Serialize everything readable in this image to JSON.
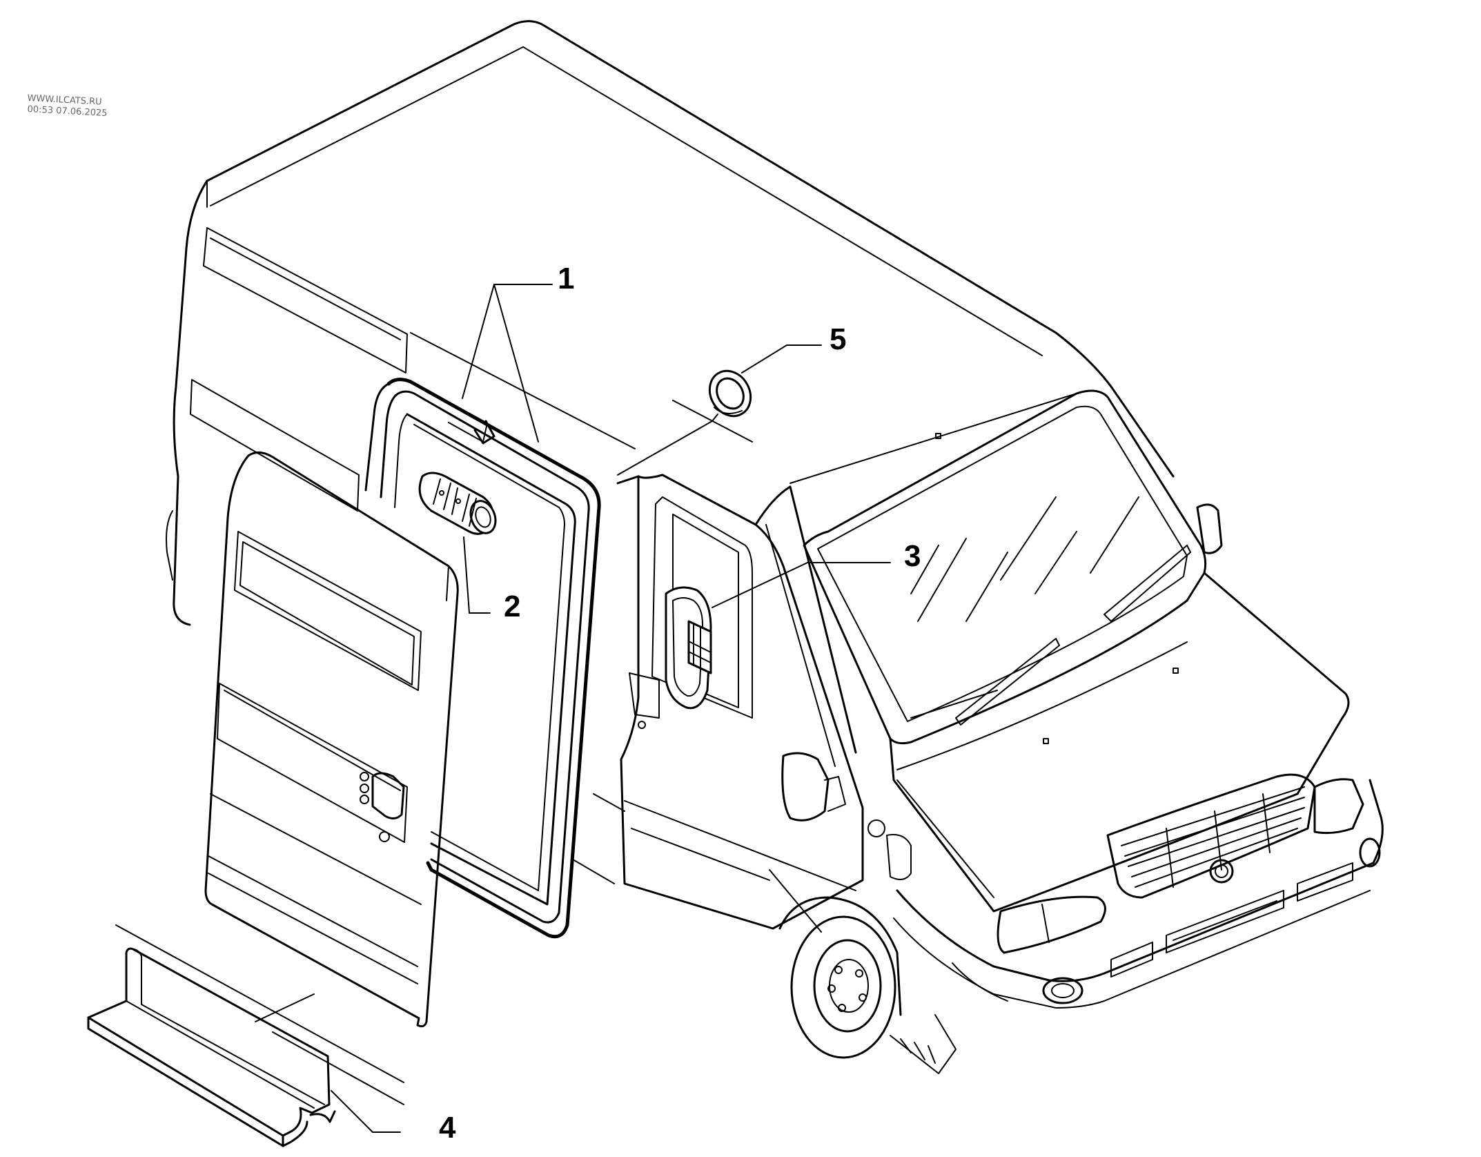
{
  "watermark": {
    "site": "WWW.ILCATS.RU",
    "timestamp": "00:53 07.06.2025"
  },
  "callouts": [
    {
      "id": "callout-1",
      "label": "1"
    },
    {
      "id": "callout-2",
      "label": "2"
    },
    {
      "id": "callout-3",
      "label": "3"
    },
    {
      "id": "callout-4",
      "label": "4"
    },
    {
      "id": "callout-5",
      "label": "5"
    }
  ],
  "colors": {
    "line": "#000000",
    "background": "#ffffff",
    "watermark": "#666666"
  },
  "icons": [
    "van-drawing",
    "door-seal",
    "door-roller",
    "door-handle",
    "sill-trim",
    "grommet"
  ]
}
